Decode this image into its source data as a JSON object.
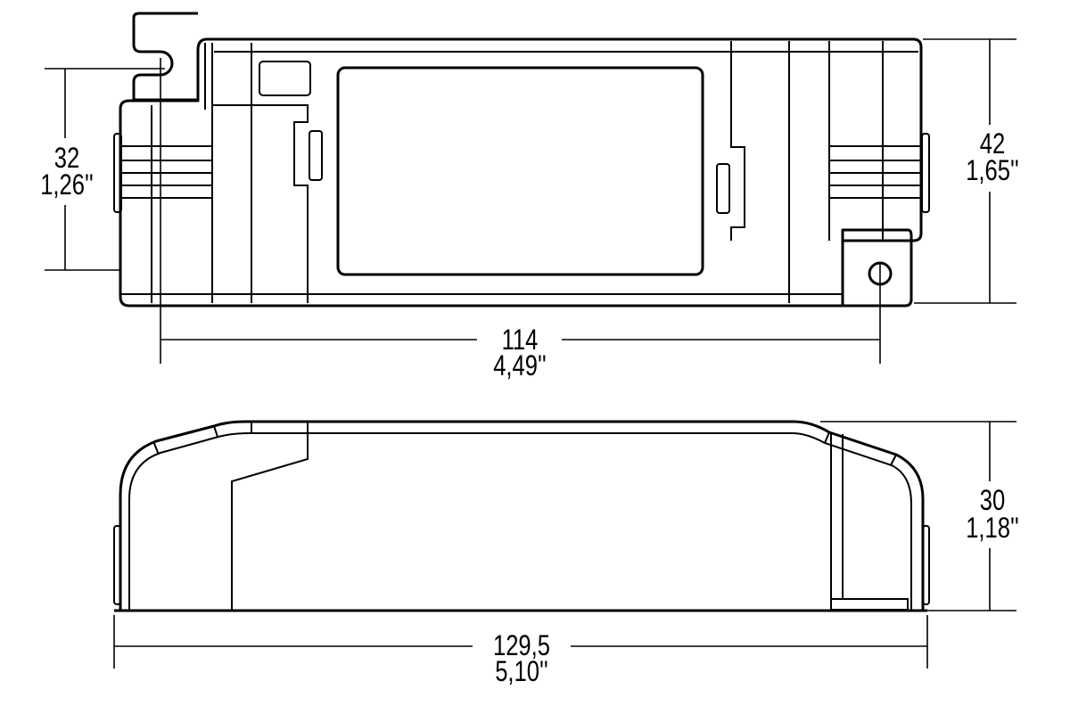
{
  "top_view": {
    "dim_height_mount": {
      "mm": "32",
      "inch": "1,26''"
    },
    "dim_height_total": {
      "mm": "42",
      "inch": "1,65''"
    },
    "dim_hole_spacing": {
      "mm": "114",
      "inch": "4,49''"
    }
  },
  "side_view": {
    "dim_height": {
      "mm": "30",
      "inch": "1,18''"
    },
    "dim_length": {
      "mm": "129,5",
      "inch": "5,10''"
    }
  }
}
